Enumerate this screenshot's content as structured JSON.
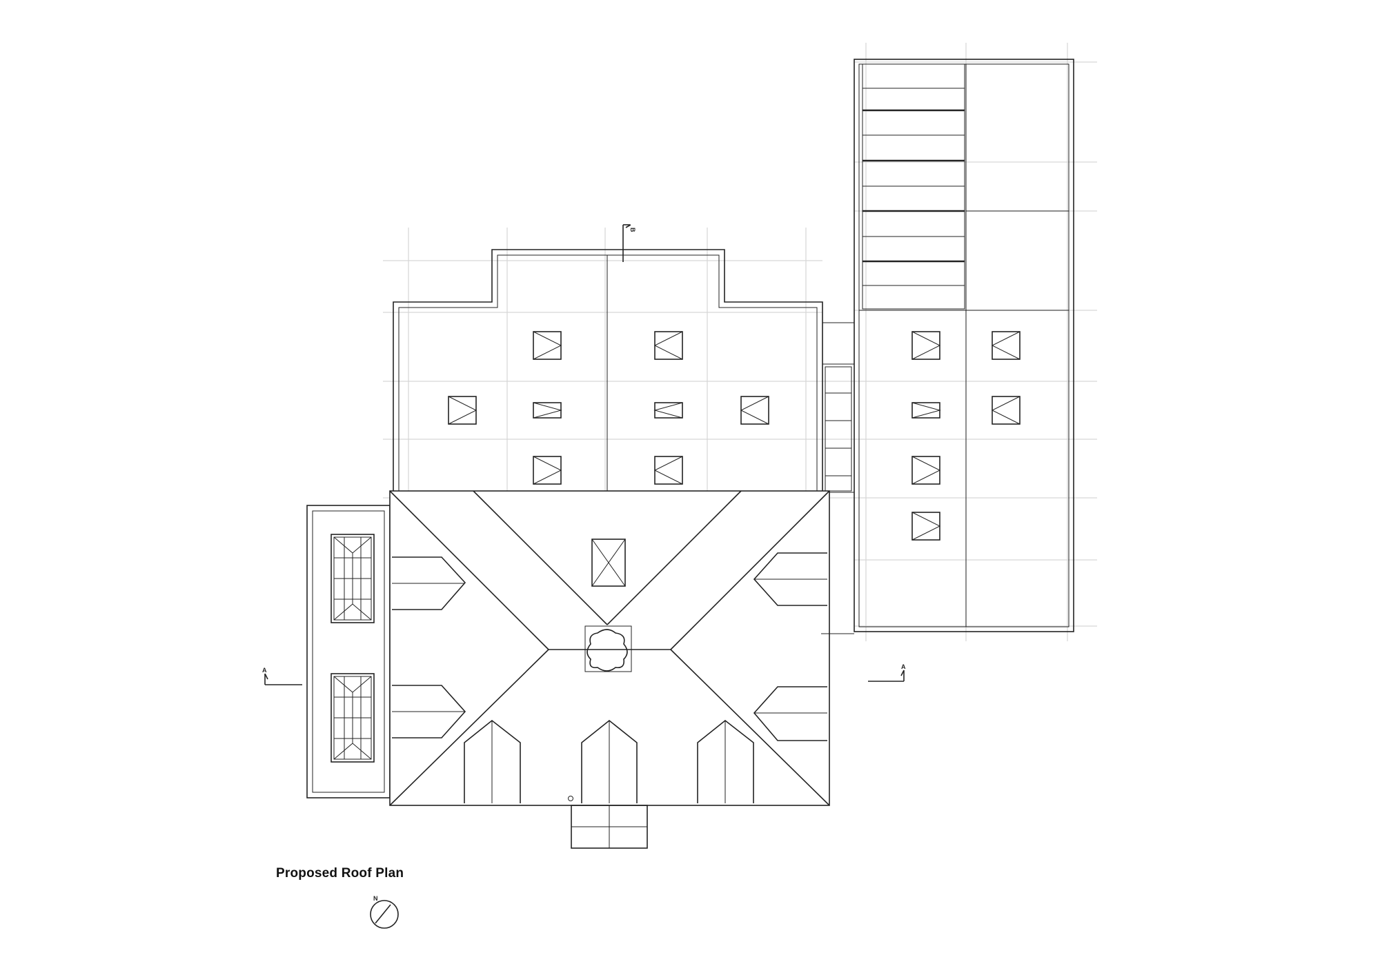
{
  "drawing": {
    "title": "Proposed Roof Plan",
    "north_label": "N",
    "section_marker": "A",
    "section_marker_top": "B"
  }
}
